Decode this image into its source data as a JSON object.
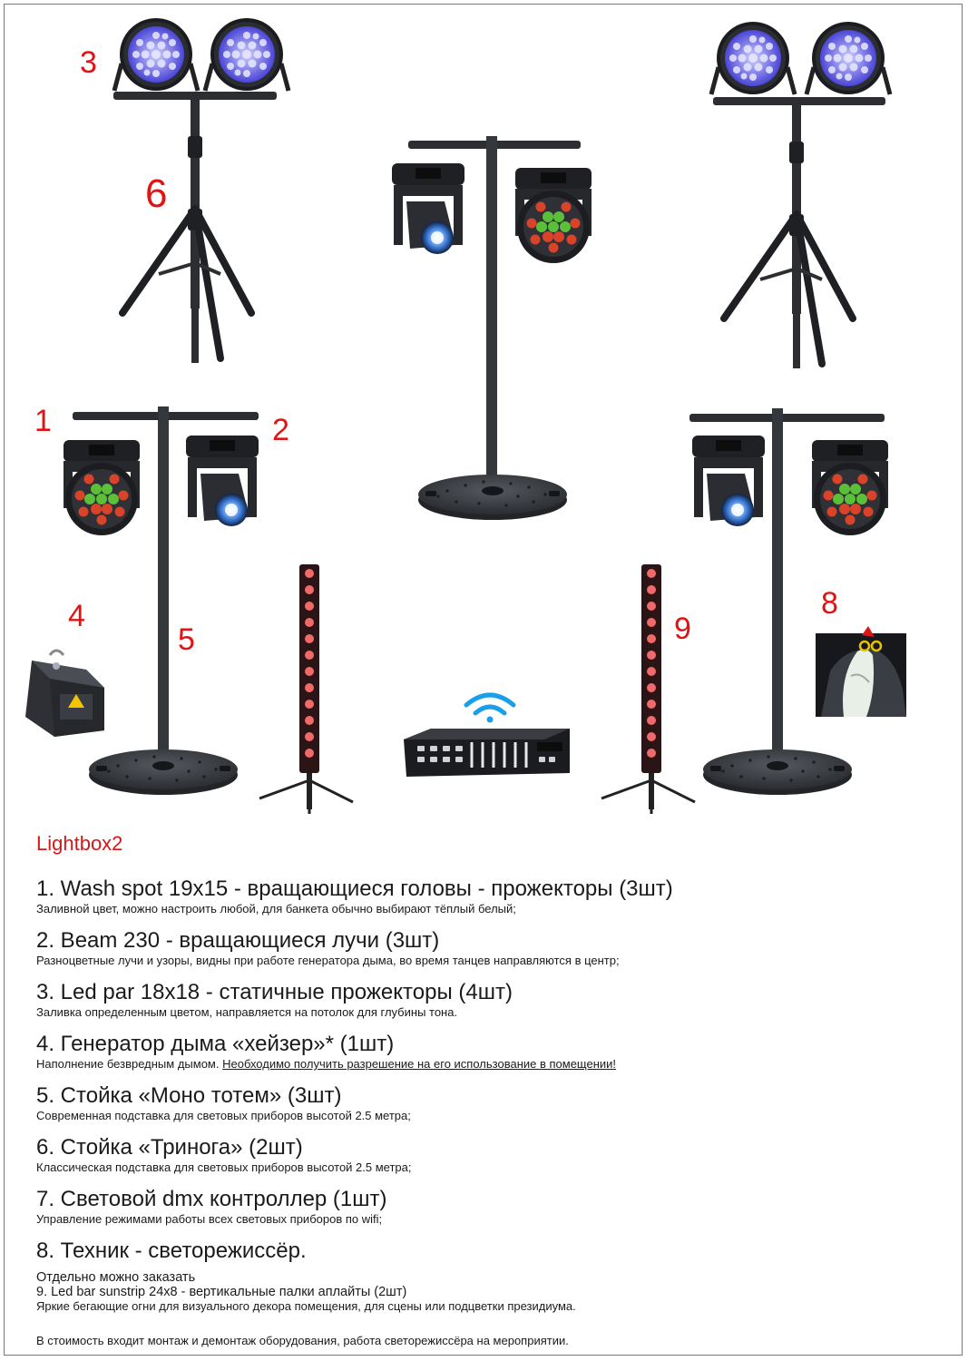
{
  "markers": [
    "1",
    "2",
    "3",
    "4",
    "5",
    "6",
    "8",
    "9"
  ],
  "brand": "Lightbox2",
  "items": [
    {
      "title": "1. Wash spot 19x15  - вращающиеся головы - прожекторы (3шт)",
      "desc": "Заливной цвет, можно настроить любой, для банкета обычно выбирают тёплый белый;"
    },
    {
      "title": "2. Beam 230 - вращающиеся лучи (3шт)",
      "desc": "Разноцветные лучи и узоры, видны при работе генератора дыма, во время танцев направляются в центр;"
    },
    {
      "title": "3. Led par 18x18 - статичные прожекторы (4шт)",
      "desc": "Заливка определенным цветом, направляется на потолок для глубины тона."
    },
    {
      "title": "4. Генератор дыма «хейзер»* (1шт)",
      "desc": "Наполнение безвредным дымом. ",
      "desc_underlined": "Необходимо получить разрешение на его использование в помещении!"
    },
    {
      "title": "5. Стойка «Моно тотем» (3шт)",
      "desc": "Современная подставка для световых приборов высотой 2.5 метра;"
    },
    {
      "title": "6. Стойка «Тринога» (2шт)",
      "desc": "Классическая подставка для световых приборов высотой 2.5 метра;"
    },
    {
      "title": "7. Световой dmx контроллер (1шт)",
      "desc": "Управление режимами работы всех световых приборов по wifi;"
    },
    {
      "title": "8. Техник - светорежиссёр.",
      "desc": ""
    }
  ],
  "extra": {
    "heading": "Отдельно можно заказать",
    "item": "9. Led bar sunstrip 24x8 - вертикальные палки аплайты (2шт)",
    "desc": "Яркие бегающие огни для визуального декора помещения, для сцены или подцветки президиума."
  },
  "footer": "В стоимость входит монтаж и демонтаж оборудования, работа светорежиссёра на мероприятии.",
  "colors": {
    "marker": "#e01414",
    "brand": "#d31818",
    "stand": "#3a3d42",
    "par_led": "#5a55e0",
    "wash_red": "#d8432a",
    "wash_green": "#5bbf3a",
    "bar_led": "#f06a6a",
    "wifi": "#1aa0e8"
  }
}
